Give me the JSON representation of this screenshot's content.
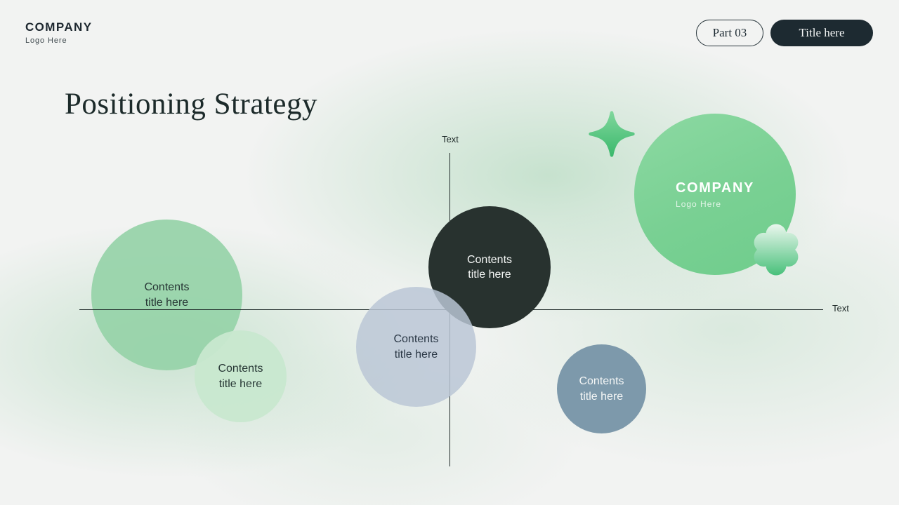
{
  "header": {
    "logo": {
      "company": "COMPANY",
      "tagline": "Logo Here"
    },
    "part_badge": "Part 03",
    "title_badge": "Title here"
  },
  "slide": {
    "title": "Positioning Strategy"
  },
  "chart": {
    "type": "positioning-map",
    "y_axis_label": "Text",
    "x_axis_label": "Text",
    "bubbles": [
      {
        "name": "green-large-left",
        "text": "Contents\ntitle here",
        "color": "#96d3a8"
      },
      {
        "name": "green-small-left",
        "text": "Contents\ntitle here",
        "color": "#c8e8cf"
      },
      {
        "name": "dark-center",
        "text": "Contents\ntitle here",
        "color": "#28322f"
      },
      {
        "name": "glass-gray-center",
        "text": "Contents\ntitle here",
        "color": "#bac6d5"
      },
      {
        "name": "steel-blue-right",
        "text": "Contents\ntitle here",
        "color": "#7d99ab"
      }
    ]
  },
  "brand_circle": {
    "company": "COMPANY",
    "tagline": "Logo Here",
    "color": "#79d093"
  },
  "decorations": {
    "sparkle_icon": "sparkle-icon",
    "flower_icon": "flower-icon"
  },
  "colors": {
    "background": "#f2f3f2",
    "green_wash": "#a3d4b1",
    "axis": "#1f2a29",
    "dark_badge": "#1d2a31",
    "title_text": "#1c2a2a",
    "sparkle_gradient": [
      "#7ed69b",
      "#3cb96d"
    ],
    "flower_gradient": [
      "#eef8f0",
      "#45bf78"
    ]
  }
}
